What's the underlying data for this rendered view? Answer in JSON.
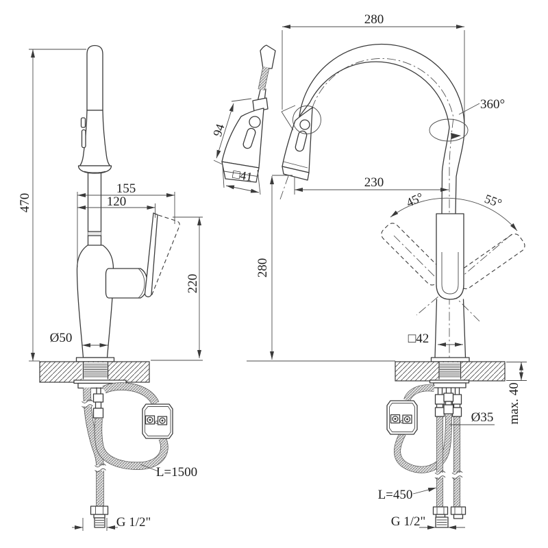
{
  "drawing": {
    "description": "Kitchen pull-out faucet installation drawing, two orthographic views with dimensions",
    "colors": {
      "line": "#3a3a3a",
      "background": "#ffffff"
    },
    "labels": {
      "left_view": {
        "overall_height": "470",
        "spout_reach_max": "155",
        "spout_reach": "120",
        "handle_height": "220",
        "base_diameter": "Ø50",
        "hose_length": "L=1500",
        "thread_size": "G 1/2\""
      },
      "sprayer_detail": {
        "sprayer_length": "94",
        "sprayer_head_size": "□41"
      },
      "right_view": {
        "spout_width": "280",
        "swivel_angle": "360°",
        "spout_reach": "230",
        "handle_angle_left": "45°",
        "handle_angle_right": "55°",
        "spout_height": "280",
        "body_section": "□42",
        "max_deck_thickness": "max. 40",
        "mounting_hole_diameter": "Ø35",
        "hose_length": "L=450",
        "thread_size": "G 1/2\""
      }
    }
  }
}
